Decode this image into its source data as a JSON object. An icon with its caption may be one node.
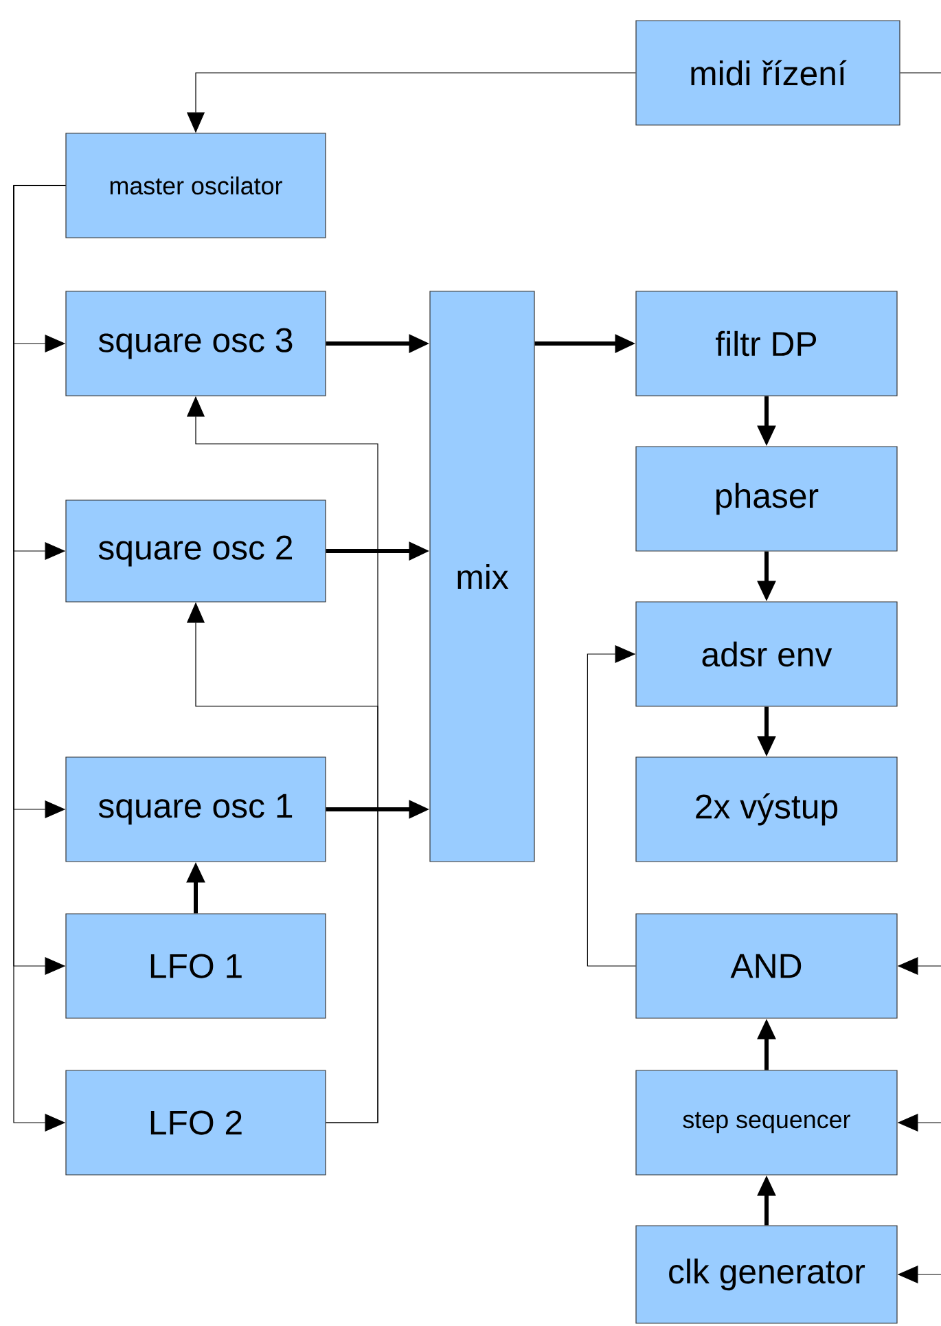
{
  "diagram": {
    "nodes": [
      {
        "text": [
          "midi řízení"
        ]
      },
      {
        "text": [
          "master oscilator"
        ]
      },
      {
        "text": [
          "square osc 3"
        ]
      },
      {
        "text": [
          "square osc 2"
        ]
      },
      {
        "text": [
          "square osc 1"
        ]
      },
      {
        "text": [
          "LFO 1"
        ]
      },
      {
        "text": [
          "LFO 2"
        ]
      },
      {
        "text": [
          "mix"
        ]
      },
      {
        "text": [
          "filtr DP"
        ]
      },
      {
        "text": [
          "phaser"
        ]
      },
      {
        "text": [
          "adsr env"
        ]
      },
      {
        "text": [
          "2x výstup"
        ]
      },
      {
        "text": [
          "AND"
        ]
      },
      {
        "text": [
          "step sequencer"
        ]
      },
      {
        "text": [
          "clk generator"
        ]
      }
    ],
    "edges": [
      {
        "from": null,
        "to": 0,
        "arrow": "none"
      },
      {
        "from": 0,
        "to": 1,
        "arrow": "to"
      },
      {
        "from": 1,
        "to": 2,
        "arrow": "to"
      },
      {
        "from": 1,
        "to": 3,
        "arrow": "to"
      },
      {
        "from": 1,
        "to": 4,
        "arrow": "to"
      },
      {
        "from": 1,
        "to": 5,
        "arrow": "to"
      },
      {
        "from": 1,
        "to": 6,
        "arrow": "to"
      },
      {
        "from": 2,
        "to": 7,
        "arrow": "to",
        "style": "thick"
      },
      {
        "from": 3,
        "to": 7,
        "arrow": "to",
        "style": "thick"
      },
      {
        "from": 4,
        "to": 7,
        "arrow": "to",
        "style": "thick"
      },
      {
        "from": 5,
        "to": 4,
        "arrow": "to",
        "style": "thick"
      },
      {
        "from": 6,
        "to": 2,
        "arrow": "to"
      },
      {
        "from": 6,
        "to": 3,
        "arrow": "to"
      },
      {
        "from": 7,
        "to": 8,
        "arrow": "to",
        "style": "thick"
      },
      {
        "from": 8,
        "to": 9,
        "arrow": "to",
        "style": "thick"
      },
      {
        "from": 9,
        "to": 10,
        "arrow": "to",
        "style": "thick"
      },
      {
        "from": 10,
        "to": 11,
        "arrow": "to",
        "style": "thick"
      },
      {
        "from": 12,
        "to": 10,
        "arrow": "to"
      },
      {
        "from": 13,
        "to": 12,
        "arrow": "to",
        "style": "thick"
      },
      {
        "from": 14,
        "to": 13,
        "arrow": "to",
        "style": "thick"
      },
      {
        "from": null,
        "to": 12,
        "arrow": "to"
      },
      {
        "from": null,
        "to": 13,
        "arrow": "to"
      },
      {
        "from": null,
        "to": 14,
        "arrow": "to"
      }
    ]
  }
}
